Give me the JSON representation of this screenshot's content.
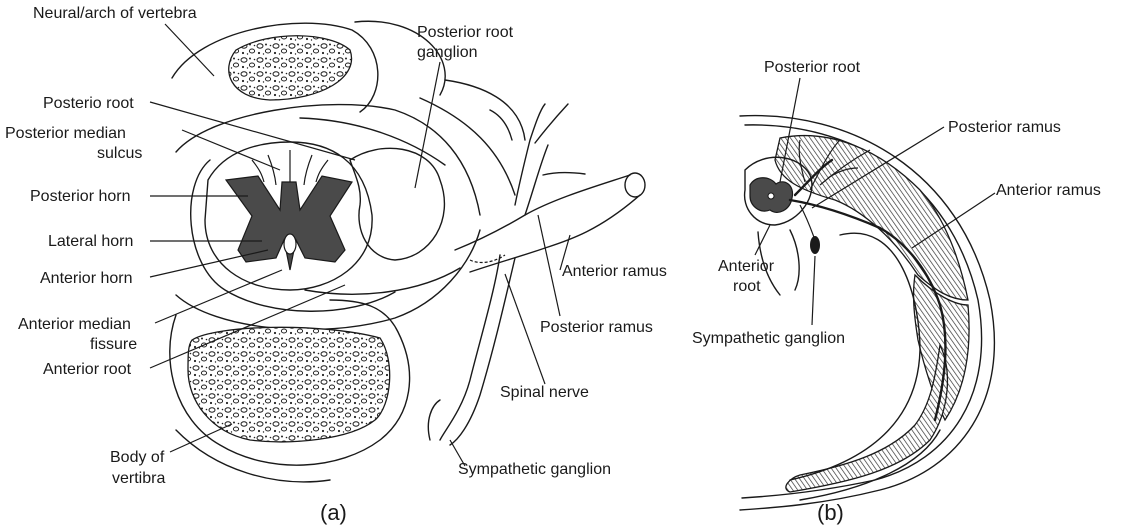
{
  "panel_a": {
    "caption": "(a)",
    "labels": {
      "neural_arch": "Neural/arch of vertebra",
      "posterior_root_ganglion_1": "Posterior root",
      "posterior_root_ganglion_2": "ganglion",
      "posterio_root": "Posterio root",
      "posterior_median_sulcus_1": "Posterior median",
      "posterior_median_sulcus_2": "sulcus",
      "posterior_horn": "Posterior horn",
      "lateral_horn": "Lateral horn",
      "anterior_horn": "Anterior horn",
      "anterior_median_fissure_1": "Anterior median",
      "anterior_median_fissure_2": "fissure",
      "anterior_root": "Anterior root",
      "body_of_vertebra_1": "Body of",
      "body_of_vertebra_2": "vertibra",
      "anterior_ramus": "Anterior ramus",
      "posterior_ramus": "Posterior ramus",
      "spinal_nerve": "Spinal nerve",
      "sympathetic_ganglion": "Sympathetic ganglion"
    }
  },
  "panel_b": {
    "caption": "(b)",
    "labels": {
      "posterior_root": "Posterior root",
      "posterior_ramus": "Posterior ramus",
      "anterior_ramus": "Anterior ramus",
      "anterior_root_1": "Anterior",
      "anterior_root_2": "root",
      "sympathetic_ganglion": "Sympathetic ganglion"
    }
  }
}
